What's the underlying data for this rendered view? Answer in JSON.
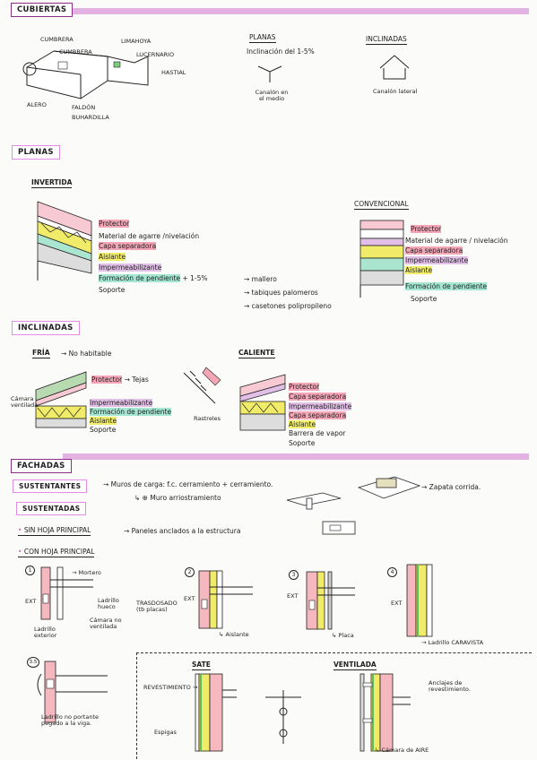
{
  "sections": {
    "cubiertas": "CUBIERTAS",
    "planas": "PLANAS",
    "inclinadas": "INCLINADAS",
    "fachadas": "FACHADAS"
  },
  "roof_diagram": {
    "cumbrera_left": "CUMBRERA",
    "cumbrera_mid": "CUMBRERA",
    "limahoya": "LIMAHOYA",
    "lucernario": "LUCERNARIO",
    "hastial": "HASTIAL",
    "alero": "ALERO",
    "faldon": "FALDÓN",
    "buhardilla": "BUHARDILLA"
  },
  "planas_small": {
    "title": "PLANAS",
    "incl": "Inclinación del 1-5%",
    "note": "Canalón en el medio"
  },
  "inclinadas_small": {
    "title": "INCLINADAS",
    "note": "Canalón lateral"
  },
  "invertida": {
    "title": "INVERTIDA",
    "layers": [
      "Protector",
      "Material de agarre /nivelación",
      "Capa separadora",
      "Aislante",
      "Impermeabilizante",
      "Formación de pendiente"
    ],
    "pend": "1-5%",
    "soporte": "Soporte",
    "notes": [
      "mallero",
      "tabiques palomeros",
      "casetones polipropileno"
    ]
  },
  "convencional": {
    "title": "CONVENCIONAL",
    "layers": [
      "Protector",
      "Material de agarre / nivelación",
      "Capa separadora",
      "Impermeabilizante",
      "Aislante",
      "Formación de pendiente"
    ],
    "soporte": "Soporte"
  },
  "inclinadas": {
    "fria": "FRÍA",
    "fria_note": "No habitable",
    "camara": "Cámara ventilada",
    "fria_layers": [
      "Protector",
      "Impermeabilizante",
      "Formación de pendiente",
      "Aislante",
      "Soporte"
    ],
    "tejas": "Tejas",
    "rastreles": "Rastreles",
    "caliente": "CALIENTE",
    "caliente_layers": [
      "Protector",
      "Capa separadora",
      "Impermeabilizante",
      "Capa separadora",
      "Aislante",
      "Barrera de vapor",
      "Soporte"
    ]
  },
  "fachadas": {
    "sustentantes": "SUSTENTANTES",
    "sustentantes_text": "Muros de carga: f.c. cerramiento + cerramiento.",
    "muro_arriostramiento": "Muro arriostramiento",
    "zapata": "Zapata corrida.",
    "sustentadas": "SUSTENTADAS",
    "sin_hoja": "SIN HOJA PRINCIPAL",
    "sin_hoja_text": "Paneles anclados a la estructura",
    "con_hoja": "CON HOJA PRINCIPAL",
    "d1": {
      "num": "1",
      "ext": "EXT",
      "mortero": "Mortero",
      "ladrillo_ext": "Ladrillo exterior",
      "ladrillo_hueco": "Ladrillo hueco",
      "trasdosado": "TRASDOSADO (tb placas)",
      "camara": "Cámara no ventilada"
    },
    "d2": {
      "num": "2",
      "ext": "EXT",
      "label": "Aislante"
    },
    "d3": {
      "num": "3",
      "ext": "EXT",
      "label": "Placa"
    },
    "d4": {
      "num": "4",
      "ext": "EXT",
      "label": "Ladrillo CARAVISTA"
    },
    "d35": {
      "num": "3.5",
      "label": "Ladrillo no portante pegado a la viga."
    },
    "sate": "SATE",
    "revestimiento": "REVESTIMIENTO",
    "espigas": "Espigas",
    "ventilada": "VENTILADA",
    "anclajes": "Anclajes de revestimiento.",
    "camara_aire": "Cámara de AIRE"
  }
}
